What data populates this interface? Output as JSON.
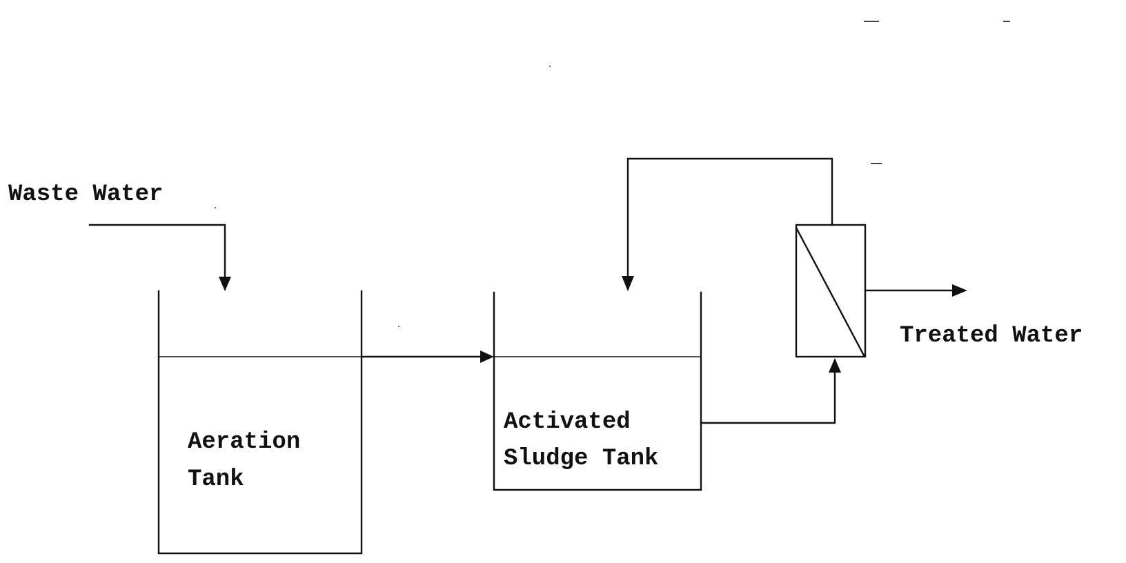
{
  "labels": {
    "waste_water": "Waste Water",
    "aeration_tank_line1": "Aeration",
    "aeration_tank_line2": "Tank",
    "activated_sludge_line1": "Activated",
    "activated_sludge_line2": "Sludge Tank",
    "treated_water": "Treated Water"
  },
  "colors": {
    "line": "#111111",
    "background": "#ffffff"
  }
}
